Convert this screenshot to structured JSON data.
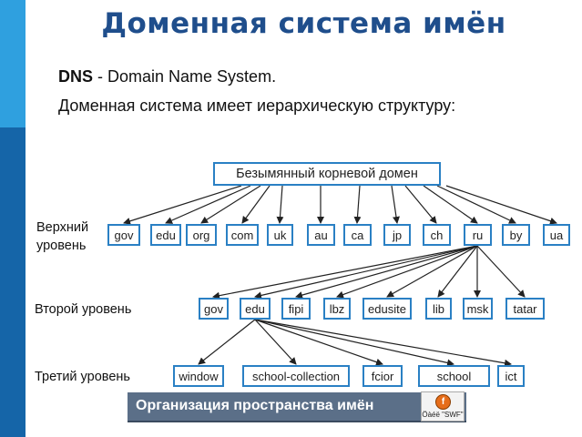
{
  "slide": {
    "title": "Доменная система имён",
    "dns_abbr": "DNS",
    "dns_expansion": " - Domain Name System.",
    "description": "Доменная система имеет иерархическую структуру:"
  },
  "tree": {
    "root": "Безымянный корневой домен",
    "level1_label_line1": "Верхний",
    "level1_label_line2": "уровень",
    "level2_label": "Второй уровень",
    "level3_label": "Третий уровень",
    "top_level": [
      "gov",
      "edu",
      "org",
      "com",
      "uk",
      "au",
      "ca",
      "jp",
      "ch",
      "ru",
      "by",
      "ua"
    ],
    "second_level": [
      "gov",
      "edu",
      "fipi",
      "lbz",
      "edusite",
      "lib",
      "msk",
      "tatar"
    ],
    "third_level": [
      "window",
      "school-collection",
      "fcior",
      "school",
      "ict"
    ]
  },
  "footer": {
    "text": "Организация пространства имён",
    "swf_caption": "Öàéë \"SWF\""
  },
  "colors": {
    "title": "#1f4e8c",
    "sidebar_dark": "#1565a8",
    "sidebar_light": "#2fa0df",
    "node_border": "#2a80c4",
    "footer_bg": "#5b6f88"
  }
}
